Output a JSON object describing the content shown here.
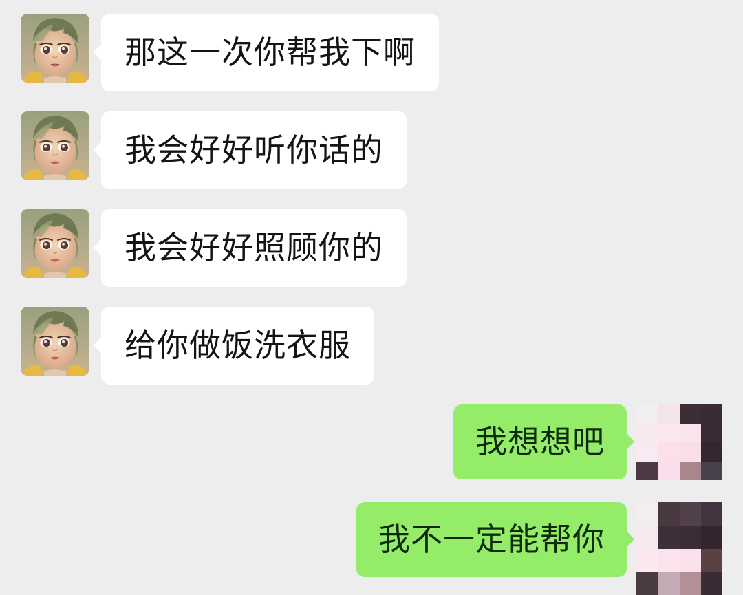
{
  "app": {
    "name": "WeChat Chat Thread",
    "background_color": "#ededed",
    "incoming_bubble_color": "#ffffff",
    "incoming_text_color": "#141414",
    "outgoing_bubble_color": "#95ec69",
    "outgoing_text_color": "#0d2b0a"
  },
  "conversation": {
    "messages": [
      {
        "id": "msg-1",
        "side": "incoming",
        "text": "那这一次你帮我下啊",
        "avatar": "anime-girl-avatar",
        "avatar_label": "对方头像"
      },
      {
        "id": "msg-2",
        "side": "incoming",
        "text": "我会好好听你话的",
        "avatar": "anime-girl-avatar",
        "avatar_label": "对方头像"
      },
      {
        "id": "msg-3",
        "side": "incoming",
        "text": "我会好好照顾你的",
        "avatar": "anime-girl-avatar",
        "avatar_label": "对方头像"
      },
      {
        "id": "msg-4",
        "side": "incoming",
        "text": "给你做饭洗衣服",
        "avatar": "anime-girl-avatar",
        "avatar_label": "对方头像"
      },
      {
        "id": "msg-5",
        "side": "outgoing",
        "text": "我想想吧",
        "avatar": "mosaic-censored-avatar",
        "avatar_label": "我的头像（马赛克）"
      },
      {
        "id": "msg-6",
        "side": "outgoing",
        "text": "我不一定能帮你",
        "avatar": "mosaic-censored-avatar",
        "avatar_label": "我的头像（马赛克）"
      }
    ]
  },
  "avatar_art": {
    "anime_girl": {
      "hair_color": "#6f7a55",
      "hair_highlight": "#98a072",
      "skin_color": "#e8c3a4",
      "skin_shadow": "#cb9b7c",
      "eye_color": "#5c3b33",
      "lip_color": "#c4605a",
      "collar_color": "#e8b942",
      "background": "#b9a98d"
    },
    "mosaic_blocks_1": [
      "#efeef0",
      "#f5e3ea",
      "#3d2d36",
      "#3b2b34",
      "#f7e9ef",
      "#fbe6ee",
      "#fbe3ec",
      "#3a2a33",
      "#f8eaf0",
      "#fcdfe9",
      "#f9dde8",
      "#36262f",
      "#4b3a43",
      "#fbdde9",
      "#a8868c",
      "#46414a"
    ],
    "mosaic_blocks_2": [
      "#f2eef0",
      "#4a3940",
      "#51414a",
      "#443440",
      "#f6e9ee",
      "#3f2f38",
      "#3c2c35",
      "#33242e",
      "#fbe7ee",
      "#fae3ec",
      "#f9e0ea",
      "#5a4144",
      "#4a3a42",
      "#c3aab4",
      "#b38f98",
      "#3b2b34"
    ]
  }
}
